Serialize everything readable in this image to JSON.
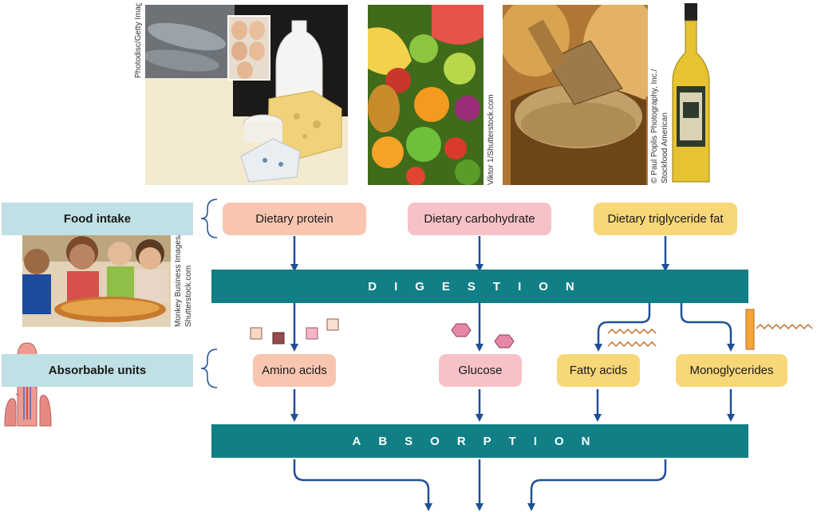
{
  "credits": {
    "photodisc": "Photodisc/Getty Images",
    "viktor": "Viktor 1/Shutterstock.com",
    "poplis": "© Paul Poplis Photography, Inc./",
    "stockfood": "Stockfood American",
    "monkey": "Monkey Business Images/",
    "shutterstock": "Shutterstock.com"
  },
  "side_labels": {
    "food_intake": "Food intake",
    "absorbable_units": "Absorbable units"
  },
  "food_intake": {
    "protein": "Dietary protein",
    "carbohydrate": "Dietary carbohydrate",
    "fat": "Dietary triglyceride fat"
  },
  "bands": {
    "digestion": "DIGESTION",
    "absorption": "ABSORPTION"
  },
  "absorbable_units": {
    "amino_acids": "Amino acids",
    "glucose": "Glucose",
    "fatty_acids": "Fatty acids",
    "monoglycerides": "Monoglycerides"
  },
  "colors": {
    "teal_band": "#107f86",
    "arrow": "#1f4f96",
    "protein": "#f8c6b0",
    "carbohydrate": "#f6c2c8",
    "fat": "#f8d778",
    "side_label": "#bfe0e5"
  }
}
